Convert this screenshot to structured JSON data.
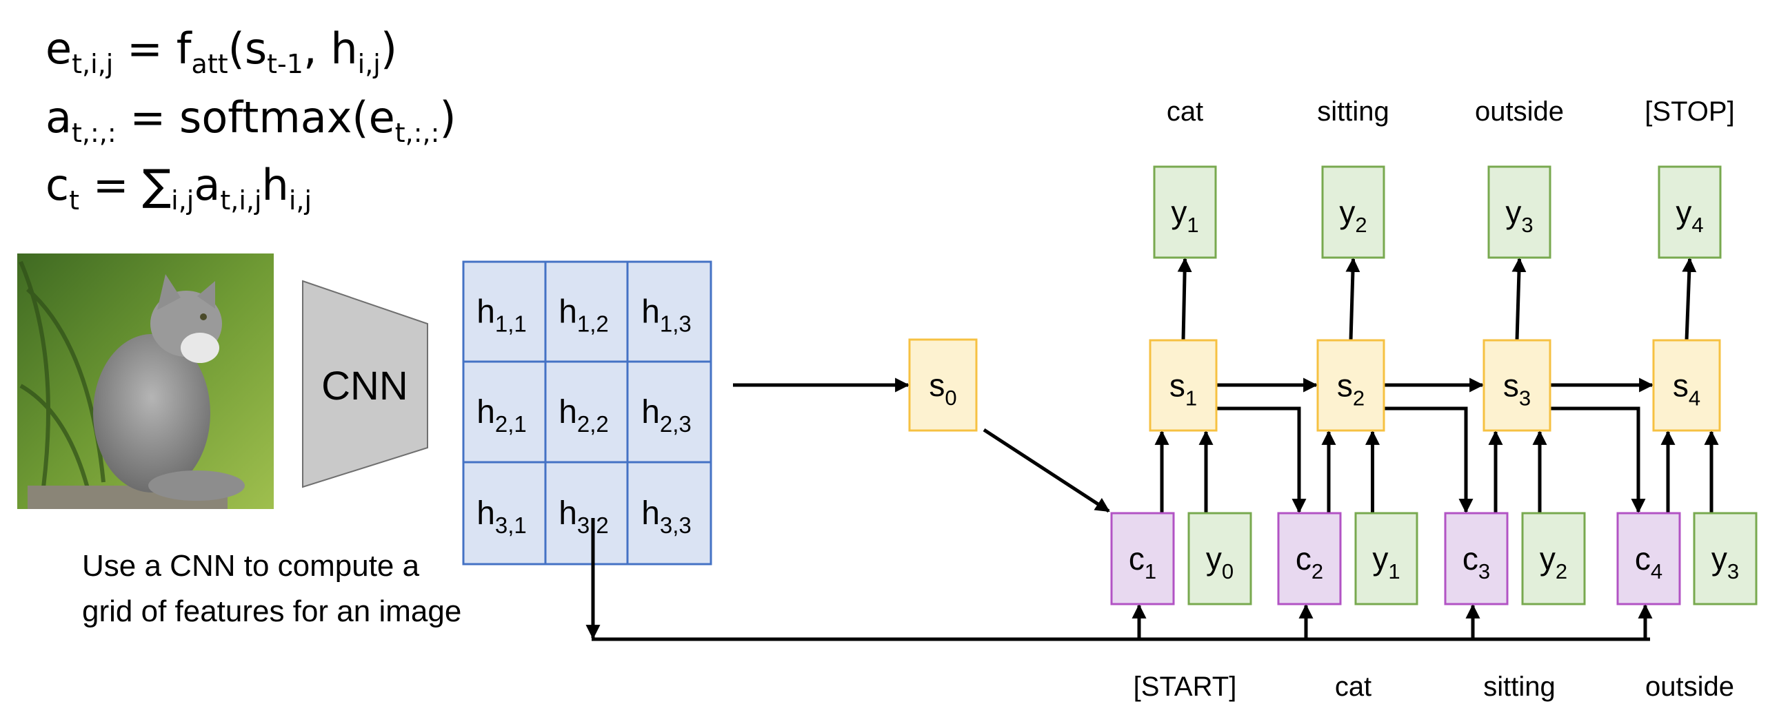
{
  "equations": [
    {
      "lhs": "e",
      "lhs_sub": "t,i,j",
      "rhs_parts": [
        {
          "t": " = f"
        },
        {
          "sub": "att"
        },
        {
          "t": "(s"
        },
        {
          "sub": "t-1"
        },
        {
          "t": ", h"
        },
        {
          "sub": "i,j"
        },
        {
          "t": ")"
        }
      ]
    },
    {
      "lhs": "a",
      "lhs_sub": "t,:,:",
      "rhs_parts": [
        {
          "t": " = softmax(e"
        },
        {
          "sub": "t,:,:"
        },
        {
          "t": ")"
        }
      ]
    },
    {
      "lhs": "c",
      "lhs_sub": "t",
      "rhs_parts": [
        {
          "t": " = ∑"
        },
        {
          "sub": "i,j"
        },
        {
          "t": "a"
        },
        {
          "sub": "t,i,j"
        },
        {
          "t": "h"
        },
        {
          "sub": "i,j"
        }
      ]
    }
  ],
  "image": {
    "description": "cat-photo",
    "colors": {
      "bg": "#7a9a3a",
      "cat": "#8a8a8a"
    }
  },
  "cnn": {
    "label": "CNN",
    "fill": "#c9c9c9",
    "stroke": "#6f6f6f"
  },
  "feature_grid": {
    "fill": "#dae3f3",
    "stroke": "#4472c4",
    "cells": [
      [
        {
          "base": "h",
          "sub": "1,1"
        },
        {
          "base": "h",
          "sub": "1,2"
        },
        {
          "base": "h",
          "sub": "1,3"
        }
      ],
      [
        {
          "base": "h",
          "sub": "2,1"
        },
        {
          "base": "h",
          "sub": "2,2"
        },
        {
          "base": "h",
          "sub": "2,3"
        }
      ],
      [
        {
          "base": "h",
          "sub": "3,1"
        },
        {
          "base": "h",
          "sub": "3,2"
        },
        {
          "base": "h",
          "sub": "3,3"
        }
      ]
    ]
  },
  "caption": [
    "Use a CNN to compute a",
    "grid of features for an image"
  ],
  "colors": {
    "state_fill": "#fdf2d0",
    "state_stroke": "#f6c142",
    "context_fill": "#e8d9f0",
    "context_stroke": "#b253c4",
    "token_fill": "#e2efda",
    "token_stroke": "#78a94f",
    "arrow": "#000000"
  },
  "initial_state": {
    "base": "s",
    "sub": "0"
  },
  "steps": [
    {
      "state": {
        "base": "s",
        "sub": "1"
      },
      "context": {
        "base": "c",
        "sub": "1"
      },
      "input": {
        "base": "y",
        "sub": "0"
      },
      "output": {
        "base": "y",
        "sub": "1"
      },
      "output_word": "cat",
      "input_word": "[START]"
    },
    {
      "state": {
        "base": "s",
        "sub": "2"
      },
      "context": {
        "base": "c",
        "sub": "2"
      },
      "input": {
        "base": "y",
        "sub": "1"
      },
      "output": {
        "base": "y",
        "sub": "2"
      },
      "output_word": "sitting",
      "input_word": "cat"
    },
    {
      "state": {
        "base": "s",
        "sub": "3"
      },
      "context": {
        "base": "c",
        "sub": "3"
      },
      "input": {
        "base": "y",
        "sub": "2"
      },
      "output": {
        "base": "y",
        "sub": "3"
      },
      "output_word": "outside",
      "input_word": "sitting"
    },
    {
      "state": {
        "base": "s",
        "sub": "4"
      },
      "context": {
        "base": "c",
        "sub": "4"
      },
      "input": {
        "base": "y",
        "sub": "3"
      },
      "output": {
        "base": "y",
        "sub": "4"
      },
      "output_word": "[STOP]",
      "input_word": "outside"
    }
  ]
}
